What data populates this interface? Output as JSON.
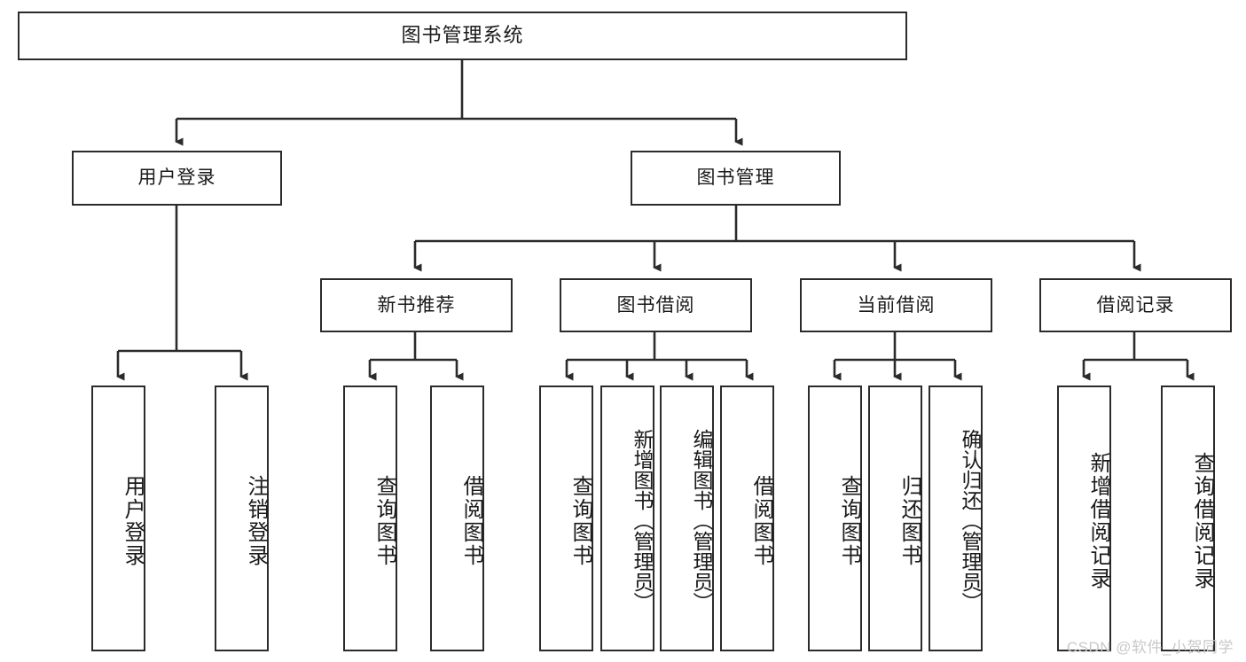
{
  "diagram": {
    "title": "图书管理系统",
    "type": "tree-hierarchy-chart",
    "colors": {
      "stroke": "#2b2b2b",
      "fill": "#ffffff",
      "text": "#1a1a1a",
      "watermark": "#c9c9c9"
    },
    "root": {
      "label": "图书管理系统"
    },
    "level1": [
      {
        "label": "用户登录"
      },
      {
        "label": "图书管理"
      }
    ],
    "level2": [
      {
        "label": "新书推荐"
      },
      {
        "label": "图书借阅"
      },
      {
        "label": "当前借阅"
      },
      {
        "label": "借阅记录"
      }
    ],
    "leaves": {
      "user_login": [
        {
          "label": "用户登录"
        },
        {
          "label": "注销登录"
        }
      ],
      "new_book": [
        {
          "label": "查询图书"
        },
        {
          "label": "借阅图书"
        }
      ],
      "book_borrow": [
        {
          "label": "查询图书"
        },
        {
          "label": "新增图书（管理员）"
        },
        {
          "label": "编辑图书（管理员）"
        },
        {
          "label": "借阅图书"
        }
      ],
      "current_borrow": [
        {
          "label": "查询图书"
        },
        {
          "label": "归还图书"
        },
        {
          "label": "确认归还（管理员）"
        }
      ],
      "borrow_record": [
        {
          "label": "新增借阅记录"
        },
        {
          "label": "查询借阅记录"
        }
      ]
    }
  },
  "watermark": {
    "text": "CSDN @软件_小贺同学"
  }
}
